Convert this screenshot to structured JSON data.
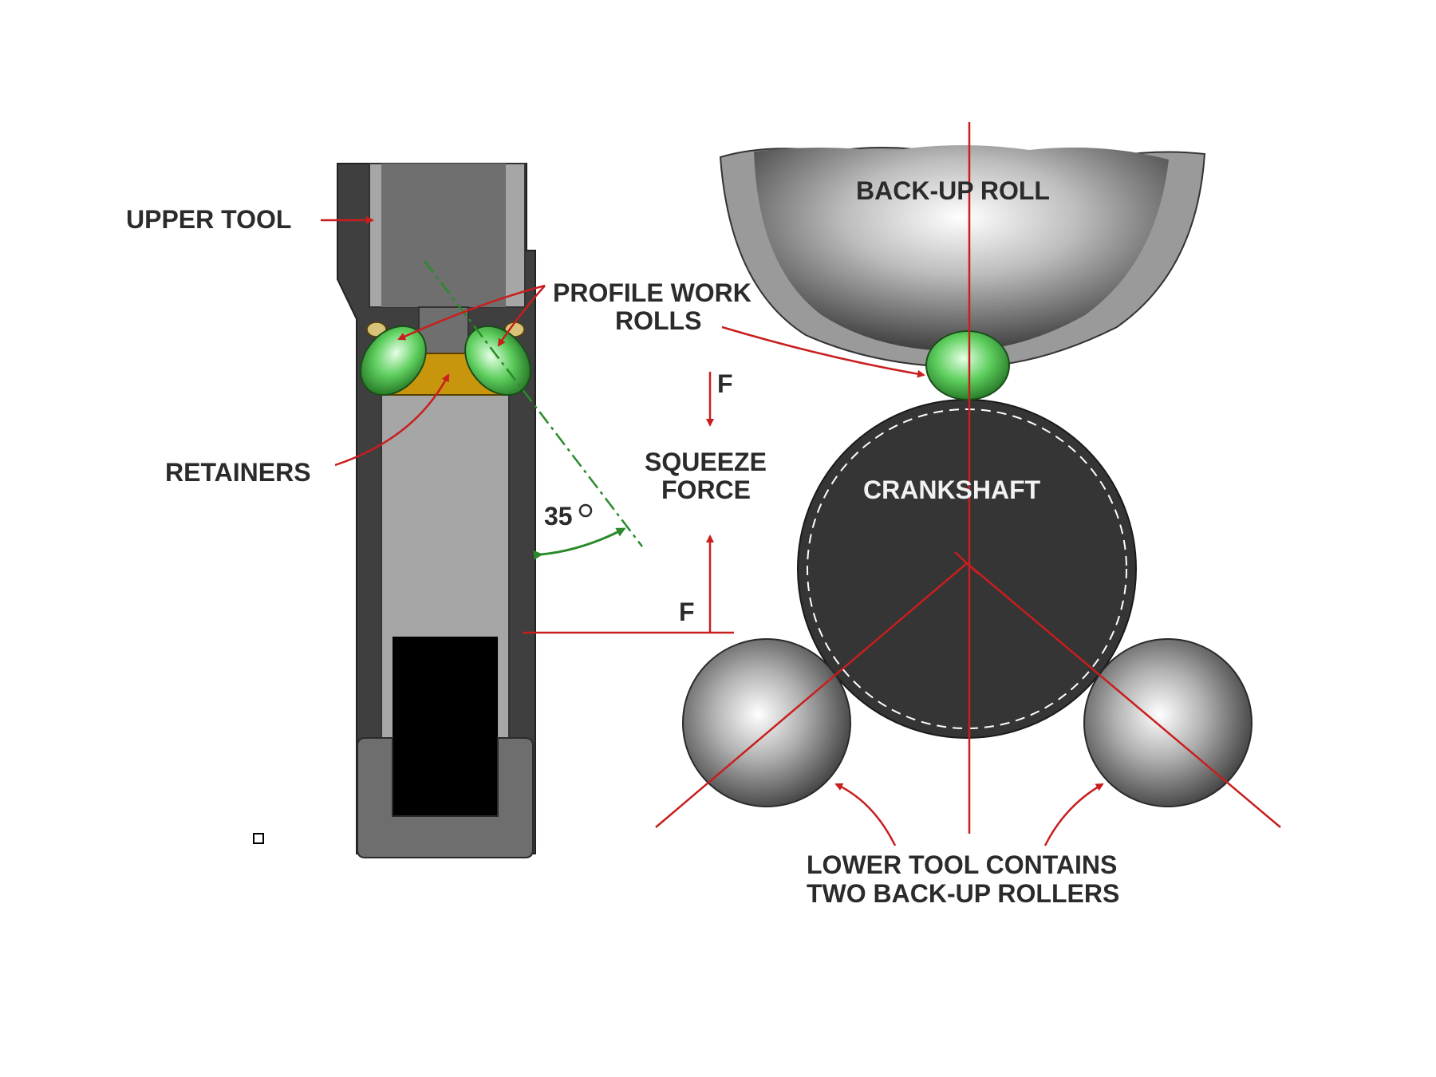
{
  "labels": {
    "upper_tool": "UPPER TOOL",
    "profile_work_rolls_line1": "PROFILE WORK",
    "profile_work_rolls_line2": "ROLLS",
    "retainers": "RETAINERS",
    "angle": "35",
    "force_top": "F",
    "squeeze_force_line1": "SQUEEZE",
    "squeeze_force_line2": "FORCE",
    "force_bottom": "F",
    "back_up_roll": "BACK-UP ROLL",
    "crankshaft": "CRANKSHAFT",
    "lower_tool_line1": "LOWER TOOL CONTAINS",
    "lower_tool_line2": "TWO BACK-UP ROLLERS"
  },
  "colors": {
    "annotation_red": "#c81e1e",
    "angle_green": "#2a8a2a",
    "work_roll_green": "#4fbf4f",
    "retainer_gold": "#c8960c",
    "crankshaft_dark": "#333333",
    "tool_gray": "#a6a6a6",
    "tool_dark": "#3f3f3f"
  }
}
